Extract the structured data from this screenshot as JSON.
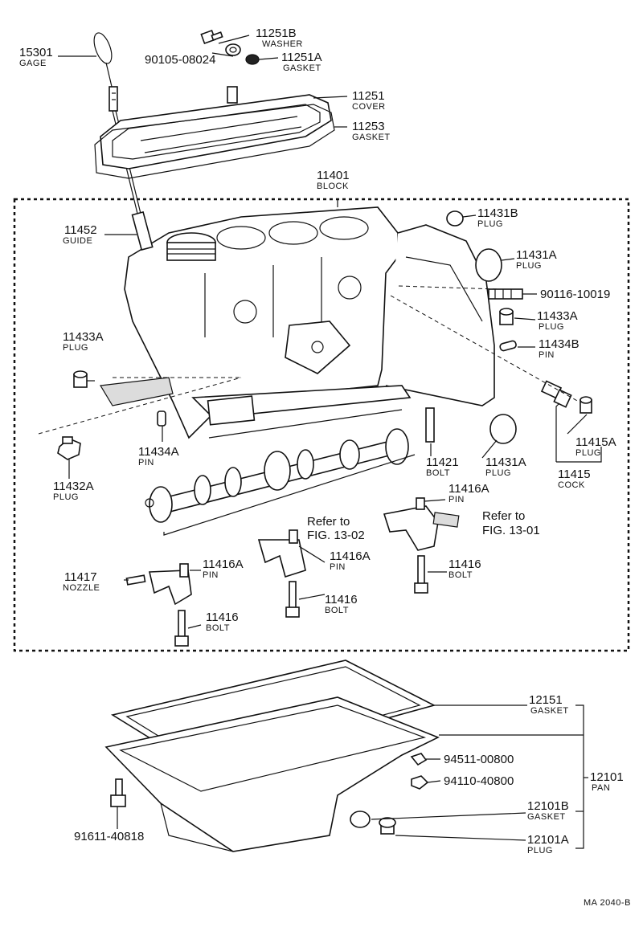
{
  "callouts": [
    {
      "num": "15301",
      "desc": "GAGE"
    },
    {
      "num": "11251B",
      "desc": "WASHER"
    },
    {
      "num": "90105-08024",
      "desc": ""
    },
    {
      "num": "11251A",
      "desc": "GASKET"
    },
    {
      "num": "11251",
      "desc": "COVER"
    },
    {
      "num": "11253",
      "desc": "GASKET"
    },
    {
      "num": "11401",
      "desc": "BLOCK"
    },
    {
      "num": "11431B",
      "desc": "PLUG"
    },
    {
      "num": "11452",
      "desc": "GUIDE"
    },
    {
      "num": "11431A",
      "desc": "PLUG"
    },
    {
      "num": "90116-10019",
      "desc": ""
    },
    {
      "num": "11433A",
      "desc": "PLUG"
    },
    {
      "num": "11434B",
      "desc": "PIN"
    },
    {
      "num": "11433A",
      "desc": "PLUG"
    },
    {
      "num": "11415A",
      "desc": "PLUG"
    },
    {
      "num": "11434A",
      "desc": "PIN"
    },
    {
      "num": "11421",
      "desc": "BOLT"
    },
    {
      "num": "11431A",
      "desc": "PLUG"
    },
    {
      "num": "11415",
      "desc": "COCK"
    },
    {
      "num": "11432A",
      "desc": "PLUG"
    },
    {
      "num": "11416A",
      "desc": "PIN"
    },
    {
      "num": "11416A",
      "desc": "PIN"
    },
    {
      "num": "11416",
      "desc": "BOLT"
    },
    {
      "num": "11417",
      "desc": "NOZZLE"
    },
    {
      "num": "11416A",
      "desc": "PIN"
    },
    {
      "num": "11416",
      "desc": "BOLT"
    },
    {
      "num": "11416",
      "desc": "BOLT"
    },
    {
      "num": "12151",
      "desc": "GASKET"
    },
    {
      "num": "94511-00800",
      "desc": ""
    },
    {
      "num": "94110-40800",
      "desc": ""
    },
    {
      "num": "12101",
      "desc": "PAN"
    },
    {
      "num": "12101B",
      "desc": "GASKET"
    },
    {
      "num": "91611-40818",
      "desc": ""
    },
    {
      "num": "12101A",
      "desc": "PLUG"
    }
  ],
  "references": [
    {
      "line1": "Refer to",
      "line2": "FIG. 13-02"
    },
    {
      "line1": "Refer to",
      "line2": "FIG. 13-01"
    }
  ],
  "figure_code": "MA 2040-B"
}
